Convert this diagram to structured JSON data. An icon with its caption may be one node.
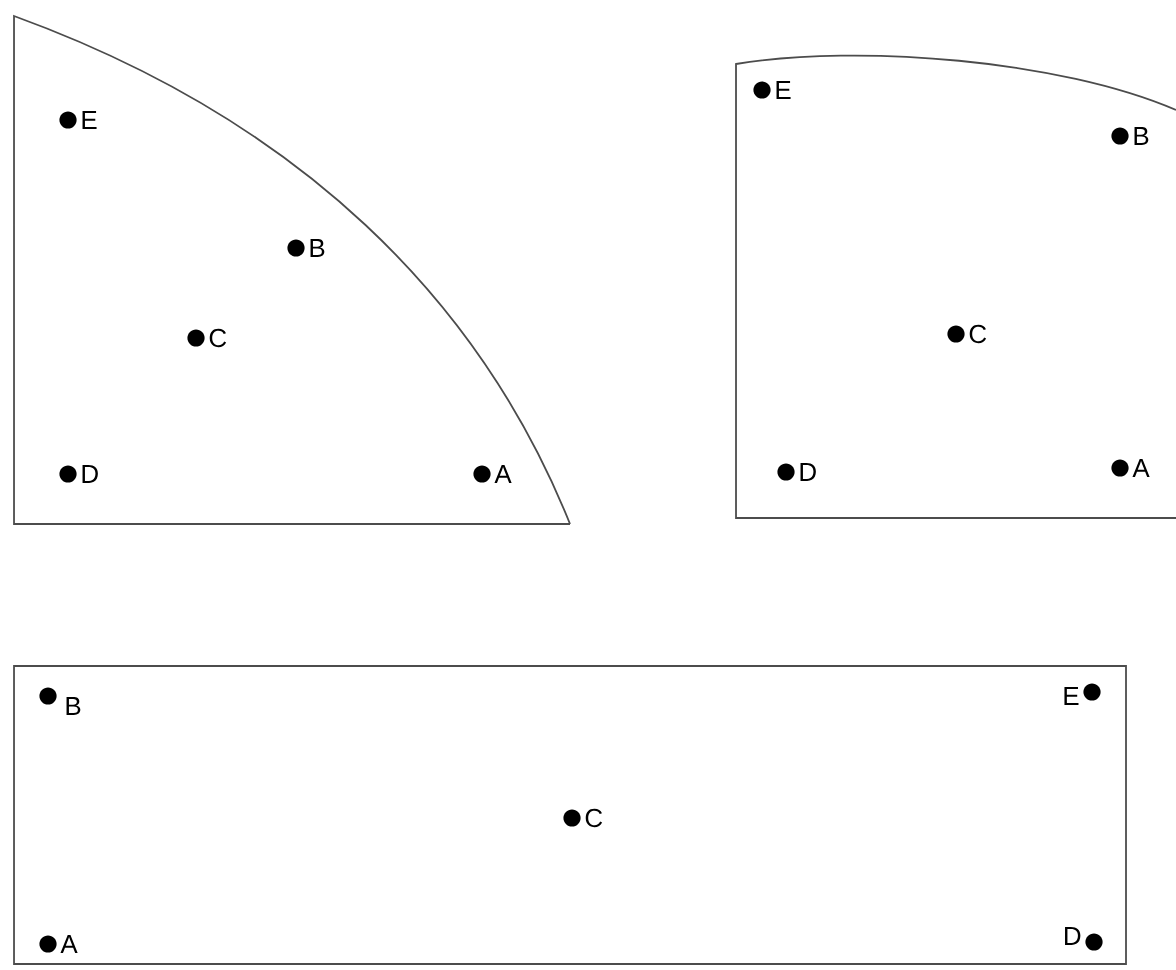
{
  "diagram": {
    "nodes": [
      {
        "text": [
          "E",
          "B",
          "C",
          "D",
          "A"
        ]
      },
      {
        "text": [
          "E",
          "B",
          "C",
          "D",
          "A"
        ]
      },
      {
        "text": [
          "B",
          "E",
          "C",
          "A",
          "D"
        ]
      }
    ]
  }
}
